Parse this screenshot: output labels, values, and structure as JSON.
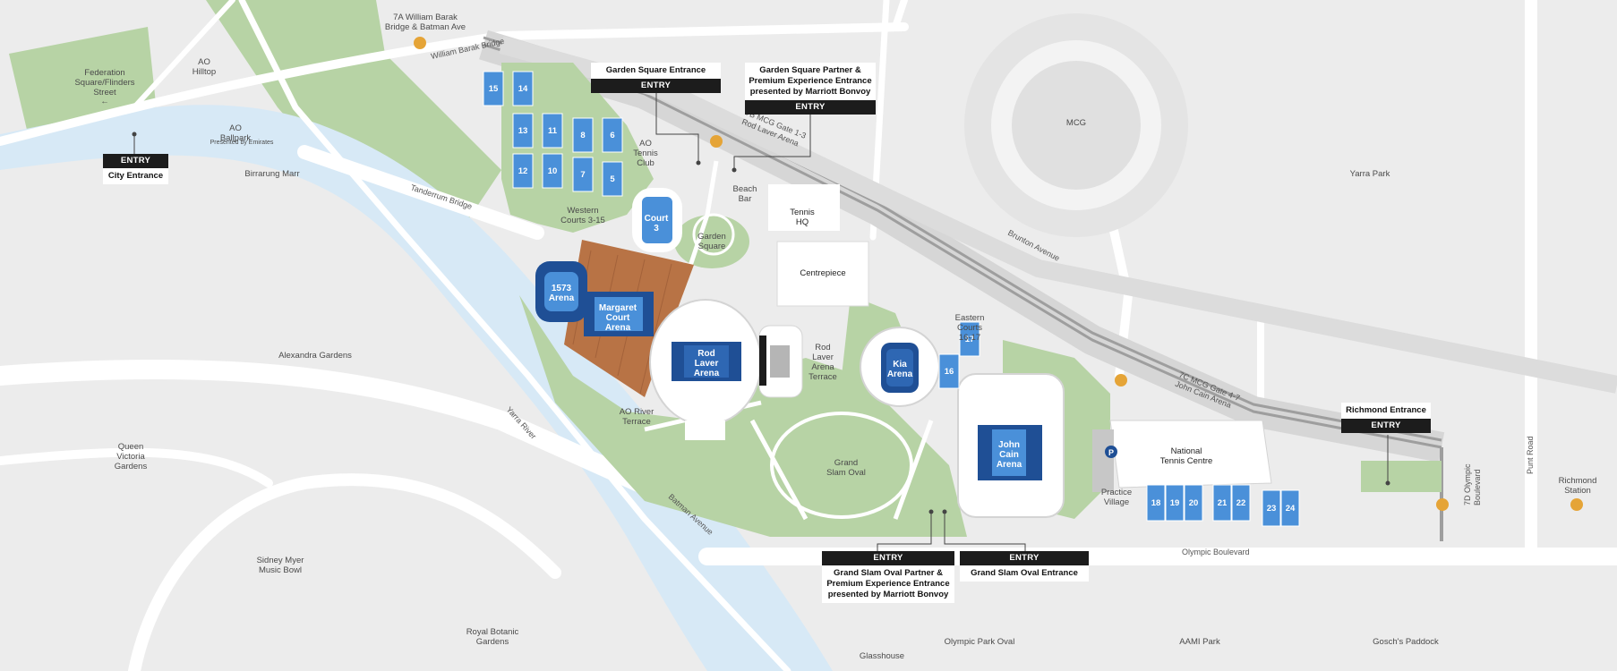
{
  "colors": {
    "background": "#ececec",
    "river": "#d7e9f6",
    "grass": "#b7d3a5",
    "court": "#4a90d9",
    "arena": "#1f4f95",
    "terrace": "#b87345",
    "road": "#ffffff",
    "entry_bar": "#1c1c1c"
  },
  "icons": [
    "train-station-icon",
    "parking-icon"
  ],
  "places": {
    "federation_square": "Federation\nSquare/Flinders\nStreet",
    "fed_arrow": "←",
    "ao_hilltop": "AO\nHilltop",
    "ao_ballpark": "AO\nBallpark",
    "ao_ballpark_sub": "Presented by Emirates",
    "birrarung_marr": "Birrarung Marr",
    "william_barak_station": "7A William Barak\nBridge & Batman Ave",
    "william_barak_bridge": "William Barak Bridge",
    "tanderrum_bridge": "Tanderrum Bridge",
    "alexandra_gardens": "Alexandra Gardens",
    "yarra_river": "Yarra River",
    "queen_victoria_gardens": "Queen\nVictoria\nGardens",
    "batman_avenue": "Batman Avenue",
    "sidney_myer": "Sidney Myer\nMusic Bowl",
    "royal_botanic": "Royal Botanic\nGardens",
    "western_courts": "Western\nCourts 3-15",
    "ao_tennis_club": "AO\nTennis\nClub",
    "mcg_gate_b": "7B MCG Gate 1-3\nRod Laver Arena",
    "beach_bar": "Beach\nBar",
    "tennis_hq": "Tennis\nHQ",
    "garden_square": "Garden\nSquare",
    "centrepiece": "Centrepiece",
    "court3": "Court\n3",
    "arena_1573": "1573\nArena",
    "margaret_court": "Margaret\nCourt\nArena",
    "rod_laver": "Rod\nLaver\nArena",
    "rod_laver_terrace": "Rod\nLaver\nArena\nTerrace",
    "ao_river_terrace": "AO River\nTerrace",
    "kia_arena": "Kia\nArena",
    "eastern_courts": "Eastern\nCourts\n16-17",
    "grand_slam_oval": "Grand\nSlam Oval",
    "john_cain": "John\nCain\nArena",
    "national_tennis_centre": "National\nTennis Centre",
    "practice_village": "Practice\nVillage",
    "mcg": "MCG",
    "yarra_park": "Yarra Park",
    "brunton_avenue": "Brunton Avenue",
    "mcg_gate_c": "7C MCG Gate 4-7\nJohn Cain Arena",
    "olympic_boulevard_road": "Olympic Boulevard",
    "olympic_blvd_station": "7D Olympic\nBoulevard",
    "punt_road": "Punt Road",
    "richmond_station": "Richmond\nStation",
    "olympic_park_oval": "Olympic Park Oval",
    "aami_park": "AAMI Park",
    "goschs_paddock": "Gosch's Paddock",
    "glasshouse": "Glasshouse",
    "parking": "P"
  },
  "courts": {
    "western": [
      "15",
      "14",
      "13",
      "11",
      "8",
      "6",
      "12",
      "10",
      "7",
      "5"
    ],
    "eastern": [
      "17",
      "16"
    ],
    "ntc": [
      "18",
      "19",
      "20",
      "21",
      "22",
      "23",
      "24"
    ]
  },
  "entrances": {
    "entry_label": "ENTRY",
    "city": "City Entrance",
    "garden_square": "Garden Square Entrance",
    "garden_square_partner": "Garden Square Partner &\nPremium Experience Entrance\npresented by Marriott Bonvoy",
    "grand_slam_oval_partner": "Grand Slam Oval Partner &\nPremium Experience Entrance\npresented by Marriott Bonvoy",
    "grand_slam_oval": "Grand Slam Oval Entrance",
    "richmond": "Richmond Entrance"
  }
}
